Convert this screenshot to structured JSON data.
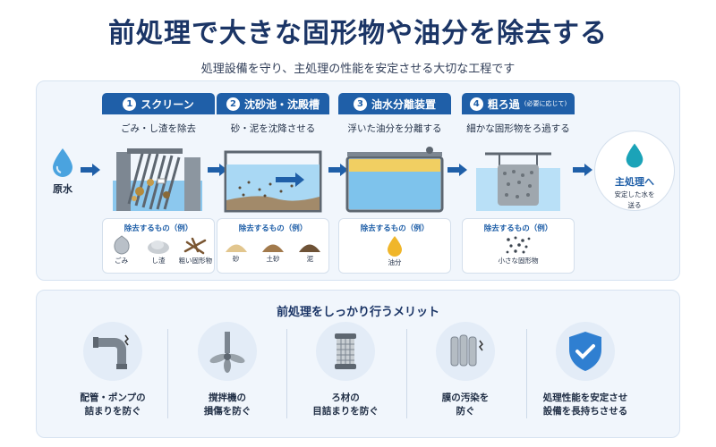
{
  "header": {
    "title": "前処理で大きな固形物や油分を除去する",
    "subtitle": "処理設備を守り、主処理の性能を安定させる大切な工程です"
  },
  "raw_water": {
    "label": "原水"
  },
  "examples_title": "除去するもの（例）",
  "steps": [
    {
      "num": "1",
      "title": "スクリーン",
      "note": "",
      "desc": "ごみ・し渣を除去",
      "examples": [
        "ごみ",
        "し渣",
        "粗い固形物"
      ]
    },
    {
      "num": "2",
      "title": "沈砂池・沈殿槽",
      "note": "",
      "desc": "砂・泥を沈降させる",
      "examples": [
        "砂",
        "土砂",
        "泥"
      ]
    },
    {
      "num": "3",
      "title": "油水分離装置",
      "note": "",
      "desc": "浮いた油分を分離する",
      "examples": [
        "油分"
      ]
    },
    {
      "num": "4",
      "title": "粗ろ過",
      "note": "(必要に応じて)",
      "desc": "細かな固形物をろ過する",
      "examples": [
        "小さな固形物"
      ]
    }
  ],
  "main_process": {
    "title": "主処理へ",
    "sub1": "安定した水を",
    "sub2": "送る"
  },
  "benefits": {
    "title": "前処理をしっかり行うメリット",
    "items": [
      {
        "line1": "配管・ポンプの",
        "line2": "詰まりを防ぐ",
        "icon": "pipe-icon"
      },
      {
        "line1": "撹拌機の",
        "line2": "損傷を防ぐ",
        "icon": "mixer-icon"
      },
      {
        "line1": "ろ材の",
        "line2": "目詰まりを防ぐ",
        "icon": "filter-cartridge-icon"
      },
      {
        "line1": "膜の汚染を",
        "line2": "防ぐ",
        "icon": "membrane-icon"
      },
      {
        "line1": "処理性能を安定させ",
        "line2": "設備を長持ちさせる",
        "icon": "shield-check-icon"
      }
    ]
  },
  "colors": {
    "primary": "#1f5fa8",
    "title": "#1b3566",
    "panel": "#f1f6fc",
    "water": "#6ab8e8"
  }
}
